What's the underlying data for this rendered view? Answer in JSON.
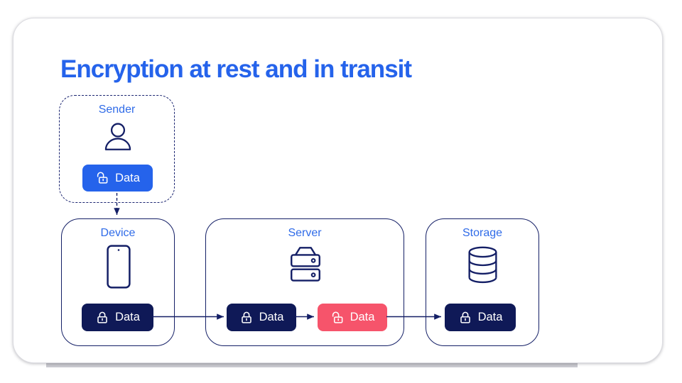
{
  "title": "Encryption at rest and in transit",
  "colors": {
    "title_blue": "#2563eb",
    "label_blue": "#2f6be8",
    "outline_navy": "#141f66",
    "badge_navy": "#0f1957",
    "badge_blue": "#2563eb",
    "badge_red": "#f6546b",
    "card_background": "#ffffff",
    "deck_shadow_bar": "#c2c2c8"
  },
  "nodes": {
    "sender": {
      "label": "Sender",
      "icon": "person-icon",
      "border_style": "dashed",
      "badges": [
        {
          "label": "Data",
          "lock_state": "unlocked",
          "color": "#2563eb"
        }
      ]
    },
    "device": {
      "label": "Device",
      "icon": "phone-icon",
      "border_style": "solid",
      "badges": [
        {
          "label": "Data",
          "lock_state": "locked",
          "color": "#0f1957"
        }
      ]
    },
    "server": {
      "label": "Server",
      "icon": "server-icon",
      "border_style": "solid",
      "badges": [
        {
          "label": "Data",
          "lock_state": "locked",
          "color": "#0f1957"
        },
        {
          "label": "Data",
          "lock_state": "unlocked",
          "color": "#f6546b"
        }
      ]
    },
    "storage": {
      "label": "Storage",
      "icon": "database-icon",
      "border_style": "solid",
      "badges": [
        {
          "label": "Data",
          "lock_state": "locked",
          "color": "#0f1957"
        }
      ]
    }
  },
  "arrows": [
    {
      "from": "sender-data-badge",
      "to": "device-box",
      "style": "dashed"
    },
    {
      "from": "device-data-badge",
      "to": "server-encrypted-data-badge",
      "style": "solid"
    },
    {
      "from": "server-encrypted-data-badge",
      "to": "server-decrypted-data-badge",
      "style": "solid"
    },
    {
      "from": "server-decrypted-data-badge",
      "to": "storage-data-badge",
      "style": "solid"
    }
  ]
}
